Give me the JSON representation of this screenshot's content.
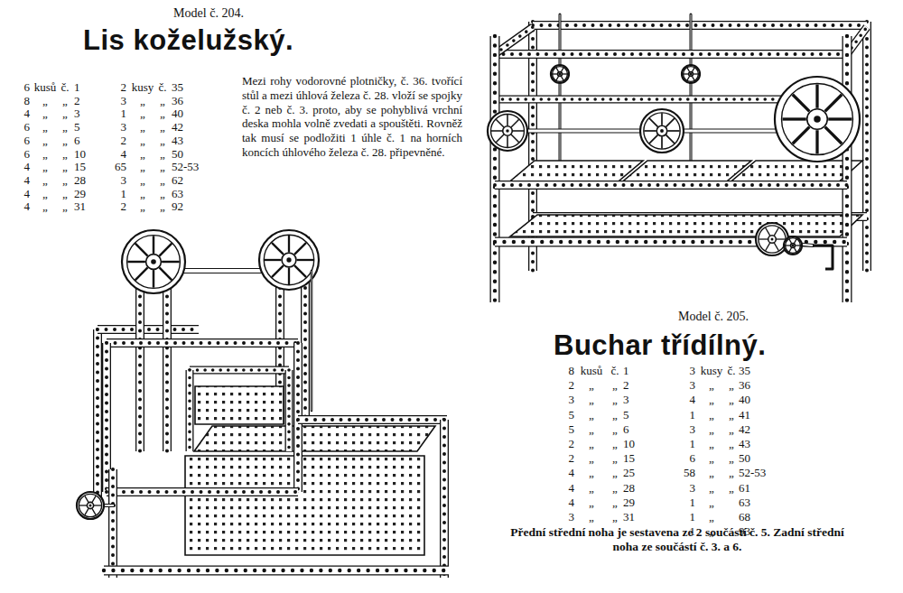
{
  "diagram": {
    "labels": [
      "Model č. 204.",
      "Lis koželužský.",
      "6",
      "kusů",
      "č.",
      "1",
      "8",
      "„",
      "„",
      "2",
      "4",
      "„",
      "„",
      "3",
      "6",
      "„",
      "„",
      "5",
      "6",
      "„",
      "„",
      "6",
      "6",
      "„",
      "„",
      "10",
      "4",
      "„",
      "„",
      "15",
      "4",
      "„",
      "„",
      "28",
      "4",
      "„",
      "„",
      "29",
      "4",
      "„",
      "„",
      "31",
      "2",
      "kusy",
      "č.",
      "35",
      "3",
      "„",
      "„",
      "36",
      "1",
      "„",
      "„",
      "40",
      "3",
      "„",
      "„",
      "42",
      "2",
      "„",
      "„",
      "43",
      "4",
      "„",
      "„",
      "50",
      "65",
      "„",
      "„",
      "52-53",
      "3",
      "„",
      "„",
      "62",
      "1",
      "„",
      "„",
      "63",
      "2",
      "„",
      "„",
      "92",
      "Mezi rohy vodorovné plotničky, č. 36. tvořící stůl a mezi úhlová železa č. 28. vloží se spojky č. 2 neb č. 3. proto, aby se pohyblivá vrchní deska mohla volně zvedati a spouštěti. Rovněž tak musí se podložiti 1 úhle č. 1 na horních koncích úhlového železa č. 28. připevněné.",
      "Model č. 205.",
      "Buchar třídílný.",
      "8",
      "kusů",
      "č.",
      "1",
      "2",
      "„",
      "„",
      "2",
      "3",
      "„",
      "„",
      "3",
      "5",
      "„",
      "„",
      "5",
      "5",
      "„",
      "„",
      "6",
      "2",
      "„",
      "„",
      "10",
      "2",
      "„",
      "„",
      "15",
      "4",
      "„",
      "„",
      "25",
      "4",
      "„",
      "„",
      "28",
      "4",
      "„",
      "„",
      "29",
      "3",
      "„",
      "„",
      "31",
      "3",
      "kusy",
      "č.",
      "35",
      "3",
      "„",
      "„",
      "36",
      "4",
      "„",
      "„",
      "40",
      "1",
      "„",
      "„",
      "41",
      "3",
      "„",
      "„",
      "42",
      "1",
      "„",
      "„",
      "43",
      "6",
      "„",
      "„",
      "50",
      "58",
      "„",
      "„",
      "52-53",
      "3",
      "„",
      "„",
      "61",
      "1",
      "„",
      "63",
      "1",
      "„",
      "68",
      "1",
      "„",
      "93",
      "Přední střední noha je sestavena ze 2 součástí č. 5. Zadní střední noha ze součástí č. 3. a 6."
    ]
  }
}
